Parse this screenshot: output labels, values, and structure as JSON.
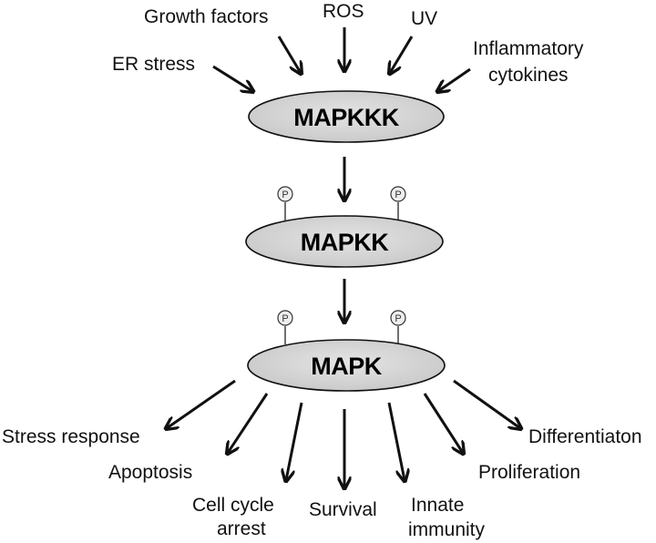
{
  "inputs": {
    "growth_factors": "Growth factors",
    "ros": "ROS",
    "uv": "UV",
    "er_stress": "ER stress",
    "inflammatory_line1": "Inflammatory",
    "inflammatory_line2": "cytokines"
  },
  "nodes": {
    "mapkkk": "MAPKKK",
    "mapkk": "MAPKK",
    "mapk": "MAPK"
  },
  "phospho_label": "P",
  "outputs": {
    "stress_response": "Stress response",
    "apoptosis": "Apoptosis",
    "cell_cycle_line1": "Cell cycle",
    "cell_cycle_line2": "arrest",
    "survival": "Survival",
    "innate_line1": "Innate",
    "innate_line2": "immunity",
    "proliferation": "Proliferation",
    "differentiation": "Differentiaton"
  }
}
